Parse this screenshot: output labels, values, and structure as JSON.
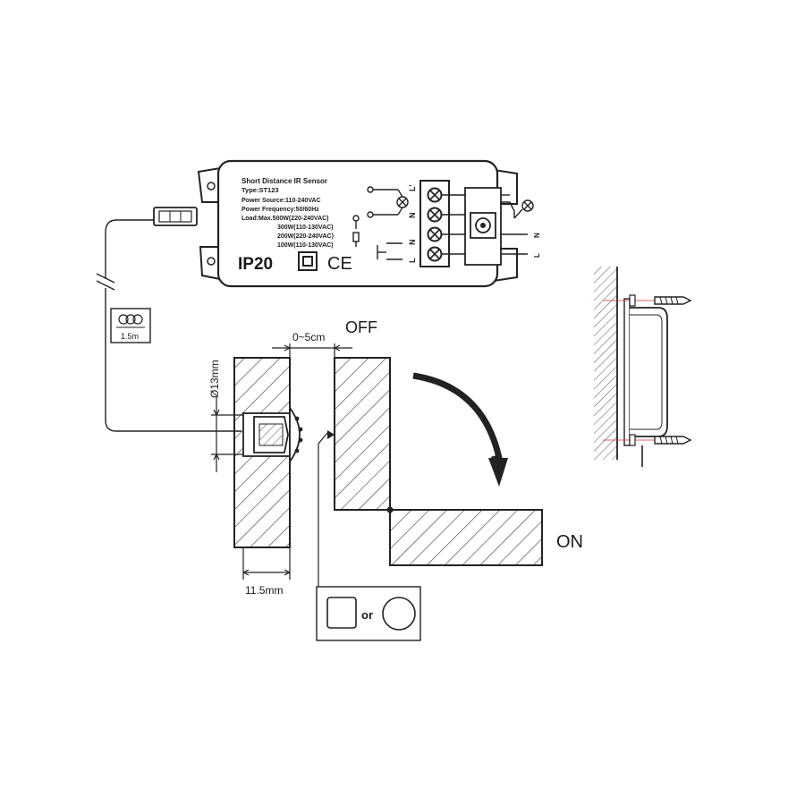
{
  "device": {
    "title": "Short Distance IR Sensor",
    "type": "Type:ST123",
    "power_source": "Power Source:110-240VAC",
    "power_frequency": "Power Frequency:50/60Hz",
    "load_max": "Load:Max.500W(220-240VAC)",
    "load_2": "300W(110-130VAC)",
    "load_3": "200W(220-240VAC)",
    "load_4": "100W(110-130VAC)",
    "ip_rating": "IP20",
    "ce_mark": "CE"
  },
  "terminals": {
    "left_top": "L'",
    "left_n1": "N",
    "left_n2": "N",
    "left_l": "L",
    "right_n": "N",
    "right_l": "L"
  },
  "cable": {
    "length": "1.5m"
  },
  "dimensions": {
    "gap": "0~5cm",
    "diameter": "Ø13mm",
    "depth": "11.5mm"
  },
  "states": {
    "off": "OFF",
    "on": "ON"
  },
  "surface": {
    "or_label": "or"
  }
}
